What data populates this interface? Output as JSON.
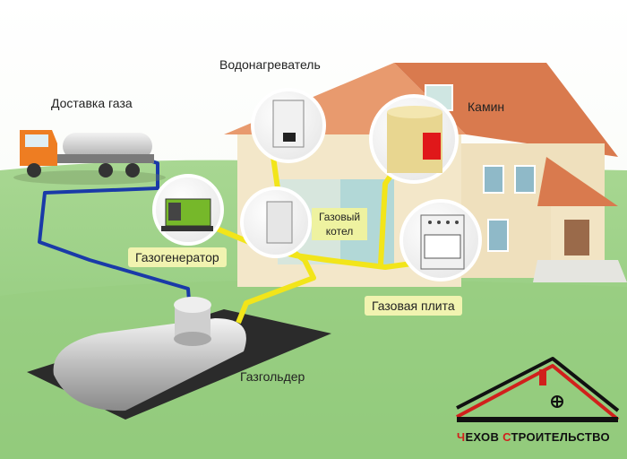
{
  "labels": {
    "gas_delivery": "Доставка газа",
    "water_heater": "Водонагреватель",
    "fireplace": "Камин",
    "gas_boiler_line1": "Газовый",
    "gas_boiler_line2": "котел",
    "gas_generator": "Газогенератор",
    "gas_stove": "Газовая плита",
    "gas_holder": "Газгольдер"
  },
  "logo": {
    "first_letter": "Ч",
    "part1": "ЕХОВ ",
    "second_letter": "С",
    "part2": "ТРОИТЕЛЬСТВО"
  },
  "colors": {
    "sky": "#ffffff",
    "grass": "#9fd08a",
    "pipe_gas": "#f2e51a",
    "pipe_blue": "#1a3aa8",
    "roof": "#d97a4e",
    "wall": "#f3e7c9",
    "logo_red": "#d1201c"
  }
}
